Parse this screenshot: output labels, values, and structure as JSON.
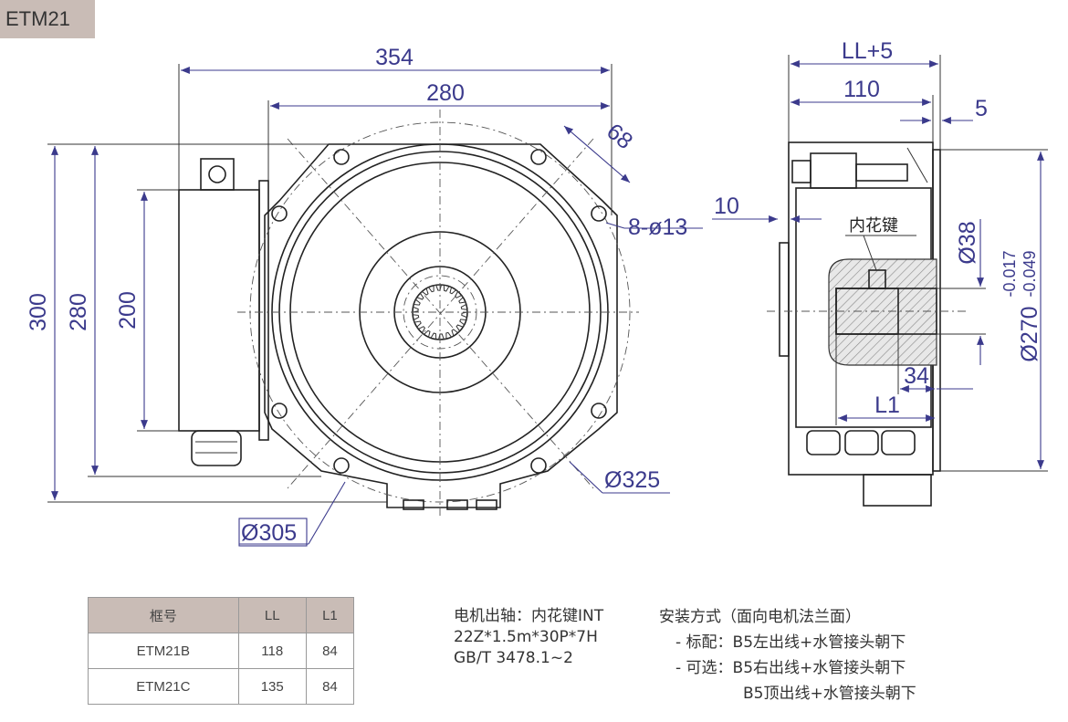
{
  "model_badge": "ETM21",
  "front_view": {
    "dim_overall_width": "354",
    "dim_flange_width": "280",
    "dim_hole_spacing": "68",
    "dim_holes": "8-ø13",
    "dim_overall_height": "300",
    "dim_flange_height": "280",
    "dim_box_height": "200",
    "dim_bolt_circle": "Ø325",
    "dim_pilot": "Ø305"
  },
  "side_view": {
    "dim_ll_plus": "LL+5",
    "dim_110": "110",
    "dim_5": "5",
    "dim_10": "10",
    "spline_label": "内花键",
    "dim_shaft_dia": "Ø38",
    "dim_spigot_dia": "Ø270",
    "tol_upper": "-0.017",
    "tol_lower": "-0.049",
    "dim_34": "34",
    "dim_l1": "L1"
  },
  "table": {
    "headers": [
      "框号",
      "LL",
      "L1"
    ],
    "rows": [
      [
        "ETM21B",
        "118",
        "84"
      ],
      [
        "ETM21C",
        "135",
        "84"
      ]
    ]
  },
  "shaft_note": {
    "line1": "电机出轴：内花键INT",
    "line2": "22Z*1.5m*30P*7H",
    "line3": "GB/T 3478.1~2"
  },
  "mount_note": {
    "title": "安装方式（面向电机法兰面）",
    "line1": "- 标配：B5左出线+水管接头朝下",
    "line2": "- 可选：B5右出线+水管接头朝下",
    "line3": "B5顶出线+水管接头朝下"
  }
}
